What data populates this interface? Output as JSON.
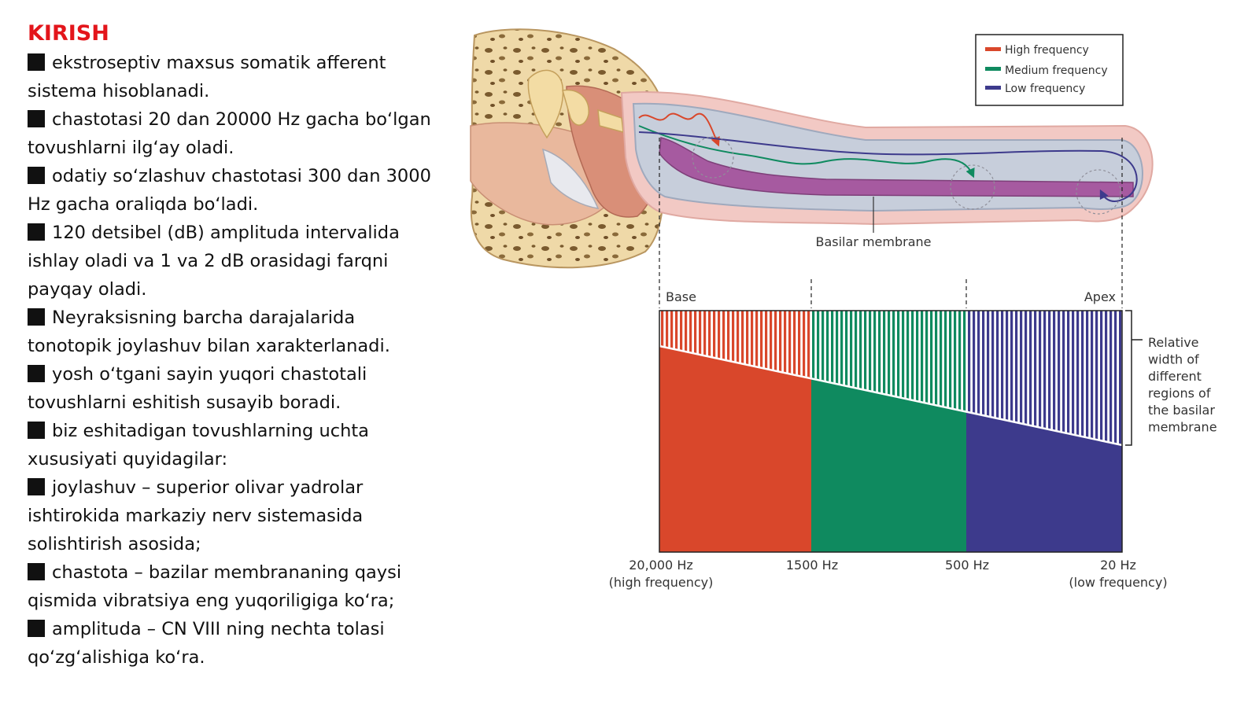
{
  "slide": {
    "heading": "KIRISH",
    "bullets": [
      "ekstroseptiv maxsus somatik afferent sistema hisoblanadi.",
      "chastotasi 20 dan 20000 Hz gacha boʻlgan tovushlarni ilgʻay oladi.",
      "odatiy soʻzlashuv chastotasi 300 dan 3000 Hz gacha oraliqda boʻladi.",
      "120 detsibel (dB) amplituda intervalida ishlay oladi va 1 va 2 dB orasidagi farqni payqay oladi.",
      "Neyraksisning barcha darajalarida tonotopik joylashuv bilan xarakterlanadi.",
      "yosh oʻtgani sayin yuqori chastotali tovushlarni eshitish susayib boradi.",
      "biz eshitadigan tovushlarning uchta xususiyati quyidagilar:",
      "joylashuv – superior olivar yadrolar ishtirokida markaziy nerv sistemasida solishtirish asosida;",
      "chastota – bazilar membrananing qaysi qismida vibratsiya eng yuqoriligiga koʻra;",
      "amplituda – CN VIII ning nechta tolasi qoʻzgʻalishiga koʻra."
    ]
  },
  "figure": {
    "legend": {
      "items": [
        {
          "label": "High frequency",
          "color": "#d9472b"
        },
        {
          "label": "Medium frequency",
          "color": "#0f8a5f"
        },
        {
          "label": "Low frequency",
          "color": "#3d3a8c"
        }
      ]
    },
    "membrane_label": "Basilar membrane",
    "base_label": "Base",
    "apex_label": "Apex",
    "side_label_lines": [
      "Relative",
      "width of",
      "different",
      "regions of",
      "the basilar",
      "membrane"
    ],
    "axis_ticks": [
      {
        "value": "20,000 Hz",
        "note": "(high frequency)"
      },
      {
        "value": "1500 Hz",
        "note": ""
      },
      {
        "value": "500 Hz",
        "note": ""
      },
      {
        "value": "20 Hz",
        "note": "(low frequency)"
      }
    ],
    "colors": {
      "high": "#d9472b",
      "medium": "#0f8a5f",
      "low": "#3d3a8c",
      "bone": "#efd9a8",
      "tissue": "#d98f78",
      "duct": "#c7cedb",
      "membrane": "#a65aa0"
    }
  }
}
